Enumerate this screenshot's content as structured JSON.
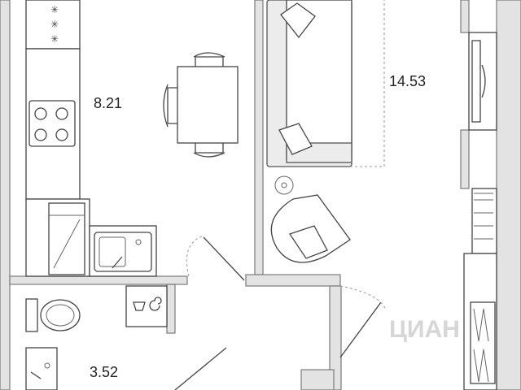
{
  "plan": {
    "rooms": [
      {
        "id": "kitchen",
        "area_label": "8.21"
      },
      {
        "id": "living",
        "area_label": "14.53"
      },
      {
        "id": "bathroom",
        "area_label": "3.52"
      }
    ],
    "watermark": "ЦИАН",
    "icons": {
      "hob": "hob-icon",
      "sink": "sink-icon",
      "toilet": "toilet-icon",
      "washing_machine": "washing-machine-icon",
      "tv": "tv-icon",
      "armchair": "armchair-icon",
      "sofa": "sofa-icon",
      "dining_table": "dining-table-icon"
    },
    "colors": {
      "wall": "#e3e3e3",
      "outline": "#444444"
    }
  }
}
